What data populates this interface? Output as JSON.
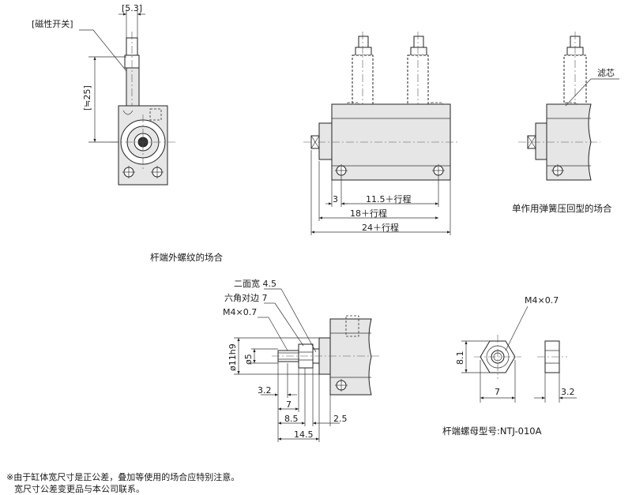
{
  "front_view": {
    "dim_top": "[5.3]",
    "magnetic_switch": "[磁性开关]",
    "dim_height": "[≒25]"
  },
  "side_view": {
    "dim_3": "3",
    "dim_11_5": "11.5＋行程",
    "dim_18": "18＋行程",
    "dim_24": "24＋行程"
  },
  "spring_view": {
    "filter": "滤芯",
    "caption": "单作用弹簧压回型的场合"
  },
  "rod_thread": {
    "caption": "杆端外螺纹的场合",
    "width_across_flats": "二面宽  4.5",
    "hex_across_flats": "六角对边  7",
    "thread": "M4×0.7",
    "dia_11": "ø11h9",
    "dia_5": "ø5",
    "dim_3_2": "3.2",
    "dim_7": "7",
    "dim_8_5": "8.5",
    "dim_2_5": "2.5",
    "dim_14_5": "14.5"
  },
  "nut": {
    "thread": "M4×0.7",
    "dim_8_1": "8.1",
    "dim_7": "7",
    "dim_3_2": "3.2",
    "caption": "杆端螺母型号:NTJ-010A"
  },
  "footnote": {
    "line1": "※由于缸体宽尺寸是正公差，叠加等使用的场合应特别注意。",
    "line2": "宽尺寸公差变更品与本公司联系。"
  }
}
